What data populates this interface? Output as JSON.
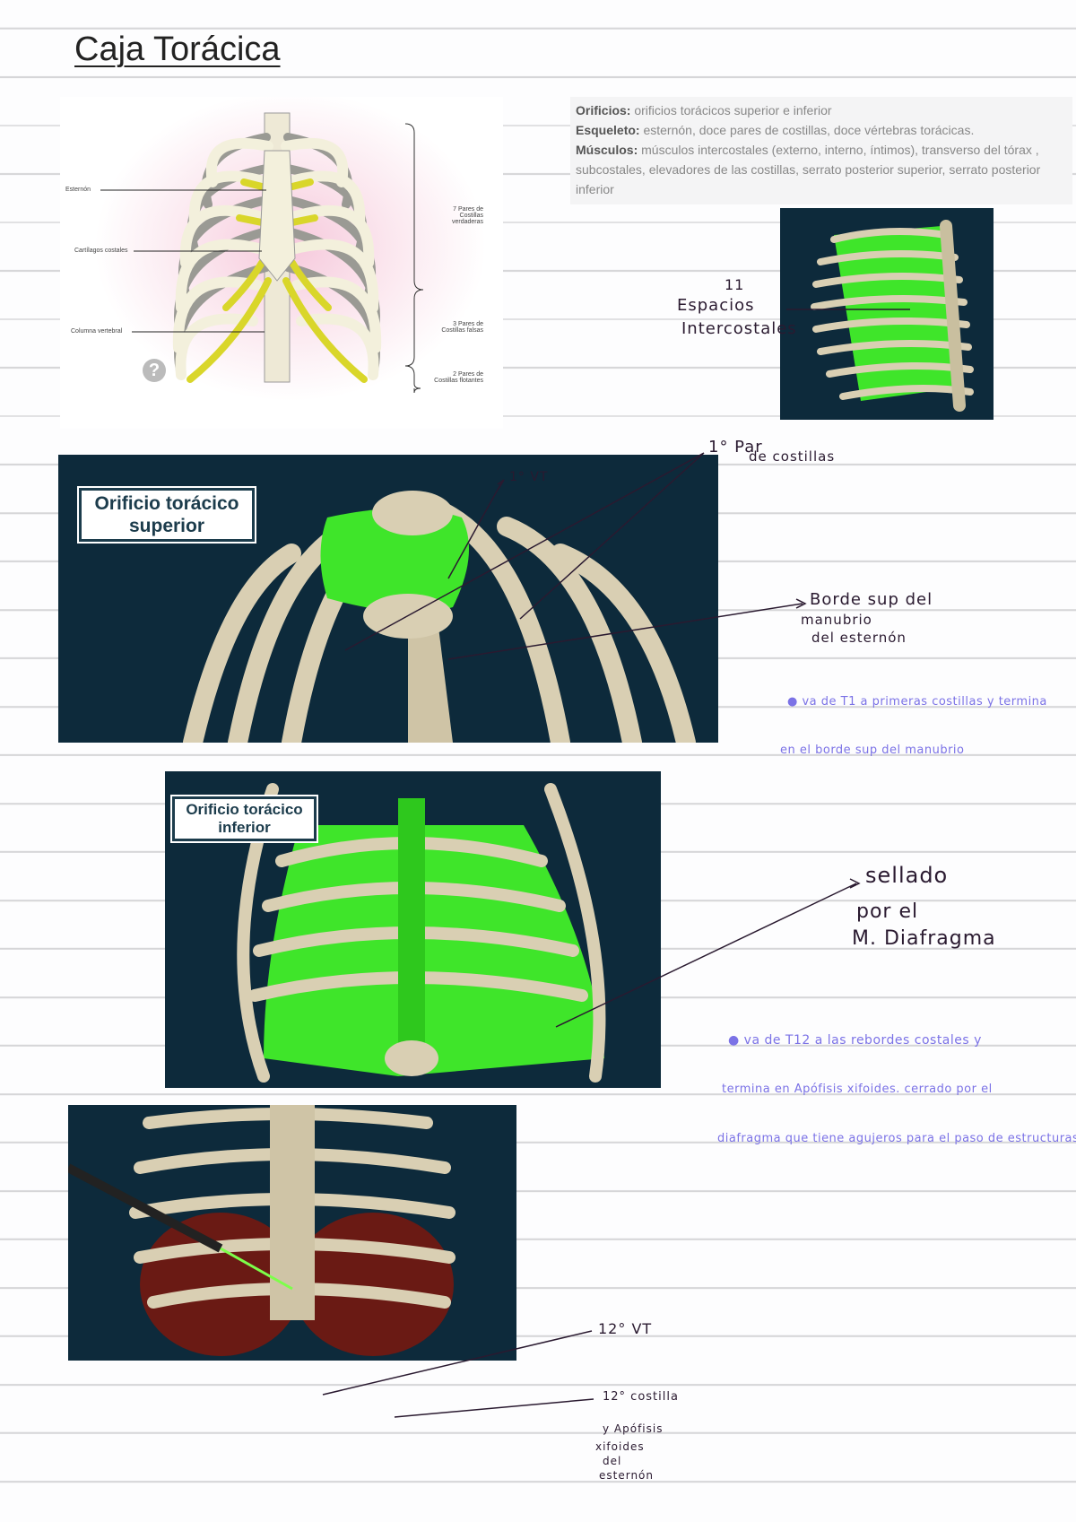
{
  "title": "Caja Torácica",
  "info": {
    "lines": [
      {
        "label": "Orificios:",
        "text": " orificios torácicos superior e inferior"
      },
      {
        "label": "Esqueleto:",
        "text": " esternón, doce pares de costillas, doce vértebras torácicas."
      },
      {
        "label": "Músculos:",
        "text": " músculos intercostales (externo, interno, íntimos), transverso del tórax , subcostales, elevadores de las costillas, serrato posterior superior, serrato posterior inferior"
      }
    ]
  },
  "diagram": {
    "labels": {
      "sternum": "Esternón",
      "cartilage": "Cartílagos costales",
      "spine": "Columna vertebral",
      "true_ribs": "7 Pares de Costillas verdaderas",
      "false_ribs": "3 Pares de Costillas falsas",
      "floating_ribs": "2 Pares de Costillas flotantes"
    },
    "icon": "question-icon"
  },
  "figures": {
    "superior_label": "Orificio torácico superior",
    "inferior_label": "Orificio torácico inferior"
  },
  "notes": {
    "intercostal": [
      "11",
      "Espacios",
      "Intercostales"
    ],
    "first_rib": [
      "1° Par",
      "de costillas"
    ],
    "t1": "1° VT",
    "manubrium": [
      "Borde sup del",
      "manubrio",
      "del esternón"
    ],
    "superior_desc": [
      "va de T1 a primeras costillas y termina",
      "en el borde sup del manubrio"
    ],
    "sealed": [
      "sellado",
      "por el",
      "M. Diafragma"
    ],
    "inferior_desc": [
      "va de T12 a las rebordes costales y",
      "termina en Apófisis xifoides. cerrado por el",
      "diafragma que tiene agujeros para el paso de estructuras"
    ],
    "t12": "12° VT",
    "rib12": [
      "12° costilla",
      "y Apófisis",
      "xifoides",
      "del",
      "esternón"
    ]
  },
  "colors": {
    "green": "#3fe52a",
    "navy": "#0d2a3b",
    "bone": "#d9cfb3",
    "ink_purple": "#7b72e6",
    "cartilage": "#d9d62a"
  }
}
